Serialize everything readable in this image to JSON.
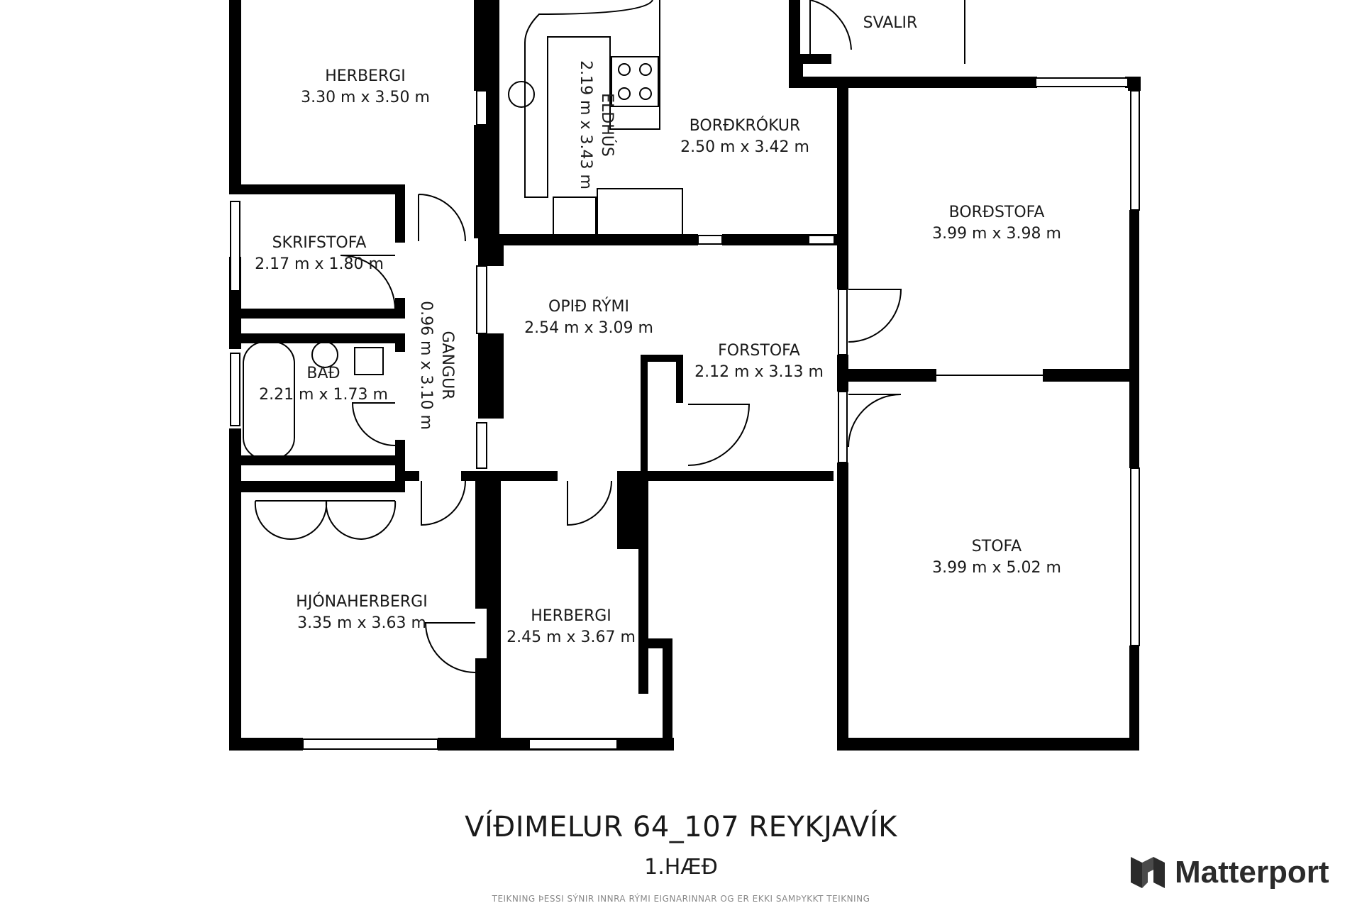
{
  "rooms": {
    "herbergi_top": {
      "name": "HERBERGI",
      "dims": "3.30 m x 3.50 m"
    },
    "eldhus": {
      "name": "ELDHÚS",
      "dims": "2.19 m x 3.43 m"
    },
    "bordkrokur": {
      "name": "BORÐKRÓKUR",
      "dims": "2.50 m x 3.42 m"
    },
    "svalir": {
      "name": "SVALIR"
    },
    "bordstofa": {
      "name": "BORÐSTOFA",
      "dims": "3.99 m x 3.98 m"
    },
    "skrifstofa": {
      "name": "SKRIFSTOFA",
      "dims": "2.17 m x 1.80 m"
    },
    "opid_rymi": {
      "name": "OPIÐ RÝMI",
      "dims": "2.54 m x 3.09 m"
    },
    "gangur": {
      "name": "GANGUR",
      "dims": "0.96 m x 3.10 m"
    },
    "forstofa": {
      "name": "FORSTOFA",
      "dims": "2.12 m x 3.13 m"
    },
    "bad": {
      "name": "BAÐ",
      "dims": "2.21 m x 1.73 m"
    },
    "stofa": {
      "name": "STOFA",
      "dims": "3.99 m x 5.02 m"
    },
    "hjonaherbergi": {
      "name": "HJÓNAHERBERGI",
      "dims": "3.35 m x 3.63 m"
    },
    "herbergi_bottom": {
      "name": "HERBERGI",
      "dims": "2.45 m x 3.67 m"
    }
  },
  "address": "VÍÐIMELUR 64_107 REYKJAVÍK",
  "floor": "1.HÆÐ",
  "disclaimer": "TEIKNING ÞESSI SÝNIR INNRA RÝMI EIGNARINNAR OG ER EKKI SAMÞYKKT TEIKNING",
  "brand": {
    "name": "Matterport",
    "icon": "matterport-logo-icon"
  },
  "colors": {
    "wall": "#000000",
    "background": "#ffffff",
    "line": "#333333"
  }
}
